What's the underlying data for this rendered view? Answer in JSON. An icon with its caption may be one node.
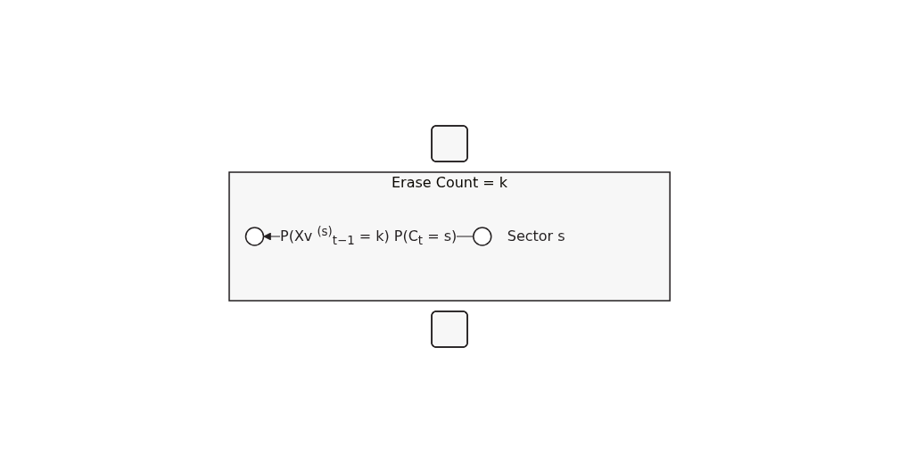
{
  "diagram": {
    "nodes": [
      {
        "text": [],
        "shape": "box"
      },
      {
        "text": [],
        "shape": "box",
        "beside": [
          "Erase Count = k"
        ]
      },
      {
        "text": [],
        "shape": "circle",
        "in": 1
      },
      {
        "text": [],
        "shape": "circle",
        "in": 1,
        "beside": [
          "Sector s"
        ]
      },
      {
        "text": [],
        "shape": "box"
      }
    ],
    "edges": [
      {
        "from": 3,
        "to": 2,
        "arrow": "to",
        "label": "P(Xv $^{(s)}$$_{t−1}$ = k) P(C$_{t}$ = s)"
      }
    ]
  }
}
